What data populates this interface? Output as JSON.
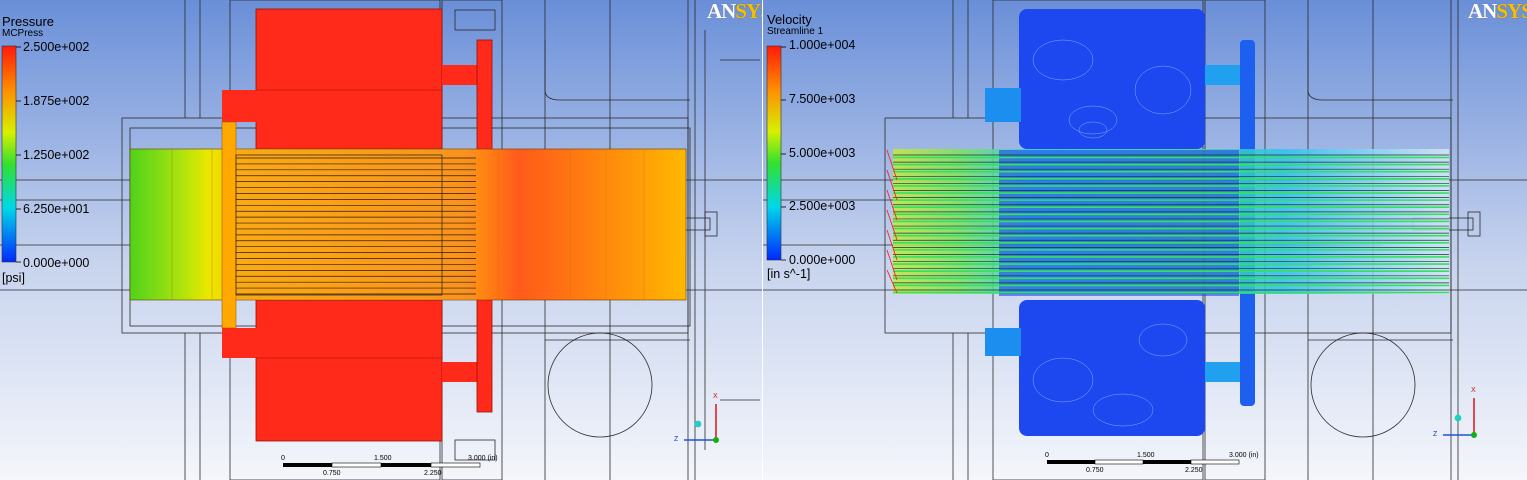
{
  "panels": [
    {
      "logo": {
        "an": "AN",
        "sys": "SYS"
      },
      "legend": {
        "title": "Pressure",
        "subtitle": "MCPress",
        "ticks": [
          "2.500e+002",
          "1.875e+002",
          "1.250e+002",
          "6.250e+001",
          "0.000e+000"
        ],
        "unit": "[psi]"
      },
      "scale_bar": {
        "top_labels": [
          "0",
          "1.500",
          "3.000 (in)"
        ],
        "bottom_labels": [
          "0.750",
          "2.250"
        ]
      },
      "axes": {
        "x": "X",
        "z": "Z"
      }
    },
    {
      "logo": {
        "an": "AN",
        "sys": "SYS"
      },
      "legend": {
        "title": "Velocity",
        "subtitle": "Streamline 1",
        "ticks": [
          "1.000e+004",
          "7.500e+003",
          "5.000e+003",
          "2.500e+003",
          "0.000e+000"
        ],
        "unit": "[in s^-1]"
      },
      "scale_bar": {
        "top_labels": [
          "0",
          "1.500",
          "3.000 (in)"
        ],
        "bottom_labels": [
          "0.750",
          "2.250"
        ]
      },
      "axes": {
        "x": "X",
        "z": "Z"
      }
    }
  ],
  "colors": {
    "bg_top": "#6a8fd8",
    "bg_bottom": "#f4f6fb",
    "pressure_high": "#ff2a1a",
    "pressure_mid": "#ff9a10",
    "pressure_low": "#5ad41e",
    "velocity_low": "#1450ff",
    "velocity_mid": "#24c8f0"
  }
}
